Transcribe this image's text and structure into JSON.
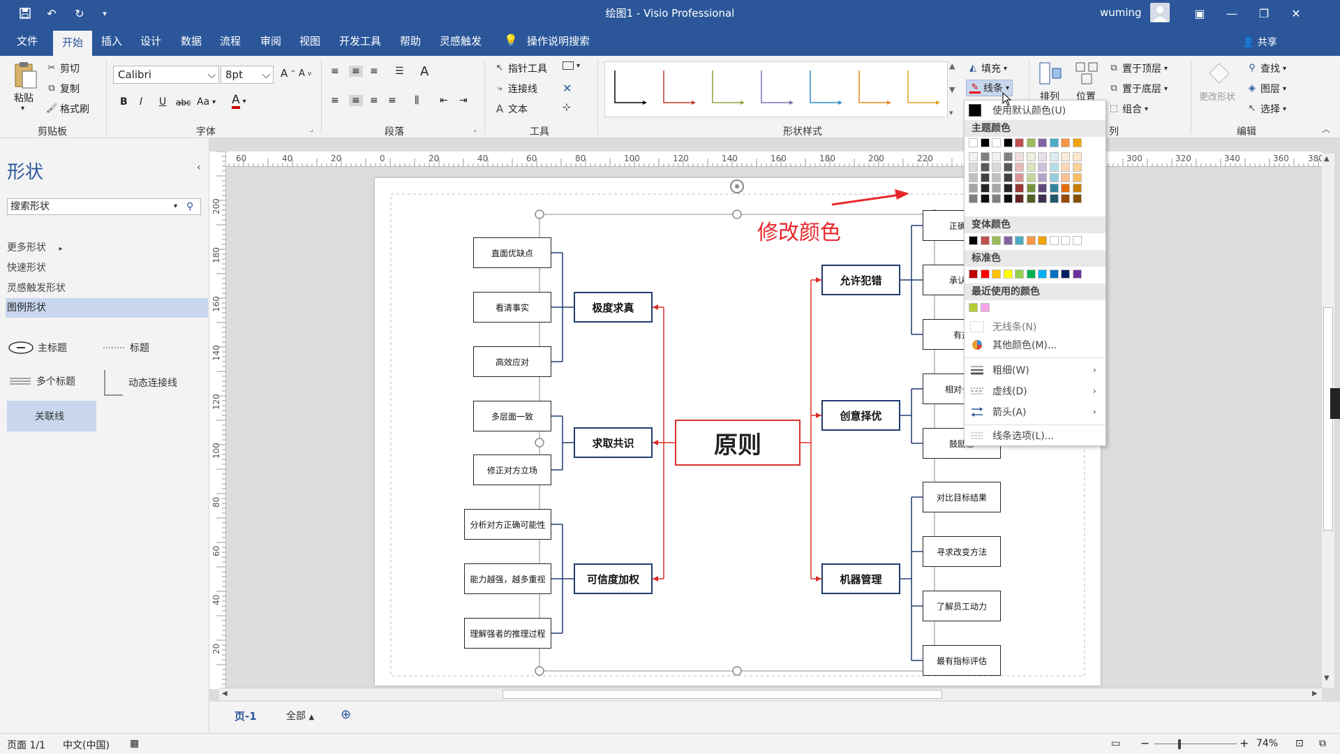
{
  "titlebar": {
    "title": "绘图1  -  Visio Professional",
    "user": "wuming"
  },
  "tabs": [
    "文件",
    "开始",
    "插入",
    "设计",
    "数据",
    "流程",
    "审阅",
    "视图",
    "开发工具",
    "帮助",
    "灵感触发"
  ],
  "tell_me": "操作说明搜索",
  "share": "共享",
  "ribbon": {
    "clipboard": {
      "label": "剪贴板",
      "paste": "粘贴",
      "cut": "剪切",
      "copy": "复制",
      "format_painter": "格式刷"
    },
    "font": {
      "label": "字体",
      "font_name": "Calibri",
      "font_size": "8pt",
      "bold": "B",
      "italic": "I",
      "underline": "U",
      "strike": "abc",
      "case": "Aa"
    },
    "paragraph": {
      "label": "段落"
    },
    "tools": {
      "label": "工具",
      "pointer": "指针工具",
      "connector": "连接线",
      "text": "文本"
    },
    "shape_styles": {
      "label": "形状样式",
      "fill": "填充",
      "line": "线条"
    },
    "arrange": {
      "label": "列",
      "arrange": "排列",
      "position": "位置",
      "bring_front": "置于顶层",
      "send_back": "置于底层",
      "group": "组合"
    },
    "editing": {
      "label": "编辑",
      "change_shape": "更改形状",
      "find": "查找",
      "layers": "图层",
      "select": "选择"
    }
  },
  "style_swatches": [
    "#000000",
    "#c0392b",
    "#8aa33b",
    "#7a6fb0",
    "#2f8fc6",
    "#e08a1e",
    "#e0a01e"
  ],
  "left_pane": {
    "title": "形状",
    "search_placeholder": "搜索形状",
    "stencils": [
      "更多形状",
      "快速形状",
      "灵感触发形状",
      "图例形状"
    ],
    "masters": [
      "主标题",
      "标题",
      "多个标题",
      "动态连接线",
      "关联线"
    ]
  },
  "ruler_top": [
    "60",
    "40",
    "20",
    "0",
    "20",
    "40",
    "60",
    "80",
    "100",
    "120",
    "140",
    "160",
    "180",
    "200",
    "220",
    "300",
    "320",
    "340",
    "360",
    "380"
  ],
  "ruler_left": [
    "200",
    "180",
    "160",
    "140",
    "120",
    "100",
    "80",
    "60",
    "40",
    "20"
  ],
  "diagram": {
    "center": "原则",
    "annotation": "修改颜色",
    "left_mains": [
      "极度求真",
      "求取共识",
      "可信度加权"
    ],
    "left_leaves": [
      "直面优缺点",
      "看清事实",
      "高效应对",
      "多层面一致",
      "修正对方立场",
      "分析对方正确可能性",
      "能力越强，越多重视",
      "理解强者的推理过程"
    ],
    "right_mains": [
      "允许犯错",
      "创意择优",
      "机器管理"
    ],
    "right_leaves": [
      "正确的",
      "承认接",
      "有益",
      "相对长处",
      "鼓励意",
      "对比目标结果",
      "寻求改变方法",
      "了解员工动力",
      "最有指标评估"
    ]
  },
  "pages": {
    "page1": "页-1",
    "all": "全部"
  },
  "status": {
    "page": "页面 1/1",
    "lang": "中文(中国)",
    "zoom": "74%"
  },
  "line_menu": {
    "default_color": "使用默认颜色(U)",
    "theme_colors": "主题颜色",
    "variant_colors": "变体颜色",
    "standard_colors": "标准色",
    "recent_colors": "最近使用的颜色",
    "no_line": "无线条(N)",
    "more_colors": "其他颜色(M)...",
    "weight": "粗细(W)",
    "dashes": "虚线(D)",
    "arrows": "箭头(A)",
    "line_options": "线条选项(L)...",
    "theme_top": [
      "#ffffff",
      "#000000",
      "#ffffff",
      "#000000",
      "#c0504d",
      "#9bbb59",
      "#8064a2",
      "#4bacc6",
      "#f79646",
      "#f0a30a"
    ],
    "theme_cols": [
      [
        "#f2f2f2",
        "#d9d9d9",
        "#bfbfbf",
        "#a6a6a6",
        "#7f7f7f"
      ],
      [
        "#7f7f7f",
        "#595959",
        "#404040",
        "#262626",
        "#0d0d0d"
      ],
      [
        "#f2f2f2",
        "#d9d9d9",
        "#bfbfbf",
        "#a6a6a6",
        "#808080"
      ],
      [
        "#808080",
        "#595959",
        "#404040",
        "#262626",
        "#0d0d0d"
      ],
      [
        "#f2dcdb",
        "#e6b9b8",
        "#d99694",
        "#953735",
        "#632523"
      ],
      [
        "#ebf1de",
        "#d7e4bd",
        "#c3d69b",
        "#77933c",
        "#4f6228"
      ],
      [
        "#e6e0ec",
        "#ccc1da",
        "#b3a2c7",
        "#604a7b",
        "#403152"
      ],
      [
        "#dbeef4",
        "#b7dee8",
        "#93cddd",
        "#31859c",
        "#215968"
      ],
      [
        "#fdeada",
        "#fcd5b5",
        "#fac090",
        "#e46c0a",
        "#984807"
      ],
      [
        "#fde9c9",
        "#fbd397",
        "#f8bd65",
        "#c77c06",
        "#855204"
      ]
    ],
    "variant": [
      "#000000",
      "#c0504d",
      "#9bbb59",
      "#8064a2",
      "#4bacc6",
      "#f79646",
      "#f0a30a",
      "#ffffff",
      "#ffffff",
      "#ffffff"
    ],
    "standard": [
      "#c00000",
      "#ff0000",
      "#ffc000",
      "#ffff00",
      "#92d050",
      "#00b050",
      "#00b0f0",
      "#0070c0",
      "#002060",
      "#7030a0"
    ],
    "recent": [
      "#b5cc33",
      "#f5a3e8"
    ]
  }
}
